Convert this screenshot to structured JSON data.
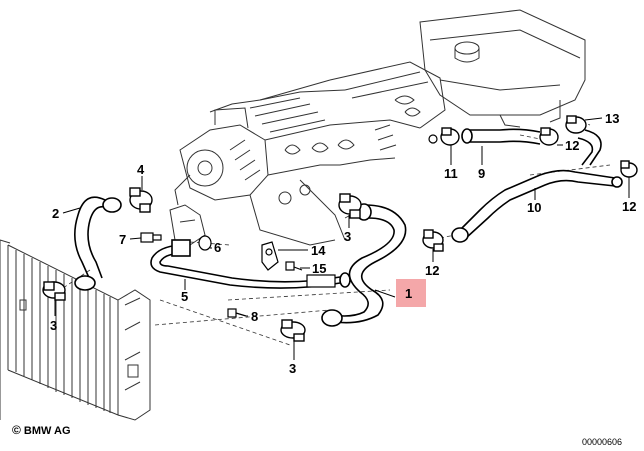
{
  "diagram": {
    "copyright_symbol": "©",
    "copyright_text": "BMW AG",
    "reference_number": "00000606",
    "highlight_color": "#f4a7a9",
    "callouts": [
      {
        "id": "c1",
        "label": "1",
        "highlighted": true
      },
      {
        "id": "c2",
        "label": "2"
      },
      {
        "id": "c3a",
        "label": "3"
      },
      {
        "id": "c3b",
        "label": "3"
      },
      {
        "id": "c3c",
        "label": "3"
      },
      {
        "id": "c4",
        "label": "4"
      },
      {
        "id": "c5",
        "label": "5"
      },
      {
        "id": "c6",
        "label": "6"
      },
      {
        "id": "c7",
        "label": "7"
      },
      {
        "id": "c8",
        "label": "8"
      },
      {
        "id": "c9",
        "label": "9"
      },
      {
        "id": "c10",
        "label": "10"
      },
      {
        "id": "c11",
        "label": "11"
      },
      {
        "id": "c12a",
        "label": "12"
      },
      {
        "id": "c12b",
        "label": "12"
      },
      {
        "id": "c12c",
        "label": "12"
      },
      {
        "id": "c13",
        "label": "13"
      },
      {
        "id": "c14",
        "label": "14"
      },
      {
        "id": "c15",
        "label": "15"
      }
    ]
  }
}
